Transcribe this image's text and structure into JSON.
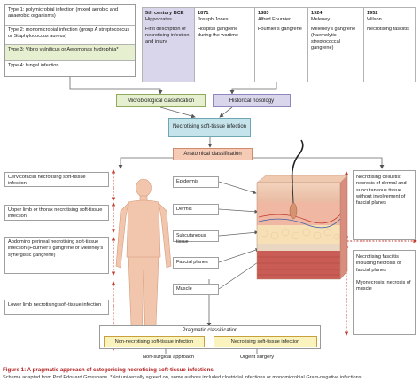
{
  "types": [
    {
      "label": "Type 1: polymicrobial infection (mixed aerobic and anaerobic organisms)",
      "bg": "#ffffff"
    },
    {
      "label": "Type 2: monomicrobial infection (group A streptococcus or Staphylococcus aureus)",
      "bg": "#ffffff"
    },
    {
      "label": "Type 3: Vibrio vulnificus or Aeromonas hydrophila*",
      "bg": "#e6efcf"
    },
    {
      "label": "Type 4: fungal infection",
      "bg": "#ffffff"
    }
  ],
  "history": [
    {
      "year": "5th century BCE",
      "person": "Hippocrates",
      "desc": "First description of necrotising infection and injury"
    },
    {
      "year": "1871",
      "person": "Joseph Jones",
      "desc": "Hospital gangrene during the wartime"
    },
    {
      "year": "1883",
      "person": "Alfred Fournier",
      "desc": "Fournier's gangrene"
    },
    {
      "year": "1924",
      "person": "Meleney",
      "desc": "Meleney's gangrene (haemolytic streptococcal gangrene)"
    },
    {
      "year": "1952",
      "person": "Wilson",
      "desc": "Necrotising fasciitis"
    }
  ],
  "center": {
    "micro": "Microbiological classification",
    "historical": "Historical nosology",
    "nsti": "Necrotising soft-tissue infection",
    "anatomical": "Anatomical classification"
  },
  "regions": [
    "Cervicofacial necrotising soft-tissue infection",
    "Upper limb or thorax necrotising soft-tissue infection",
    "Abdomino perineal necrotising soft-tissue infection (Fournier's gangrene or Meleney's synergistic gangrene)",
    "Lower limb necrotising soft-tissue infection"
  ],
  "layers": [
    "Epidermis",
    "Dermis",
    "Subcutaneous tissue",
    "Fascial planes",
    "Muscle"
  ],
  "right": {
    "cellulitis": "Necrotising cellulitis: necrosis of dermal and subcutaneous tissue without involvement of fascial planes",
    "fasciitis": "Necrotising fasciitis including necrosis of fascial planes",
    "myonecrosis": "Myonecrosis: necrosis of muscle"
  },
  "pragmatic": {
    "title": "Pragmatic classification",
    "non_nec": "Non-necrotising soft-tissue infection",
    "nec": "Necrotising soft-tissue infection",
    "non_surgical": "Non-surgical approach",
    "urgent": "Urgent surgery"
  },
  "caption": {
    "title": "Figure 1: A pragmatic approach of categorising necrotising soft-tissue infections",
    "text": "Schema adapted from Prof Edouard Grosshans. *Not universally agreed on, some authors included clostridial infections or monomicrobial Gram-negative infections."
  },
  "colors": {
    "green": "#e6efcf",
    "green_border": "#8faa5a",
    "lavender": "#d9d6ec",
    "teal": "#c4e3ea",
    "salmon": "#f6cbb6",
    "yellow": "#fbf3bd",
    "yellow_border": "#c9a03a",
    "arrow_red": "#c0392b"
  }
}
